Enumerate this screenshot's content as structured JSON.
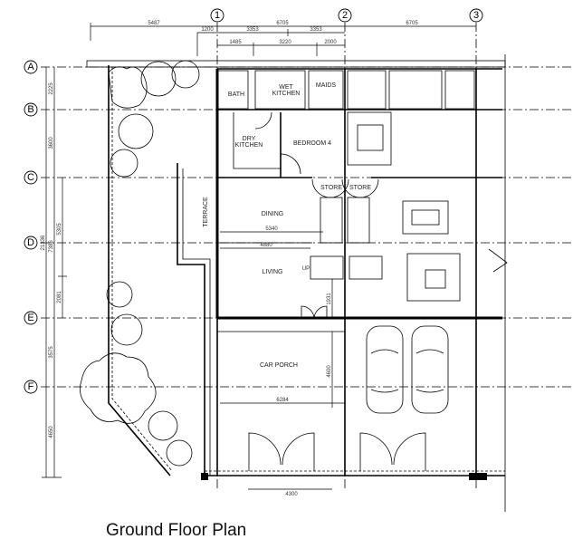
{
  "title": "Ground Floor Plan",
  "grid": {
    "columns": [
      "1",
      "2",
      "3"
    ],
    "rows": [
      "A",
      "B",
      "C",
      "D",
      "E",
      "F"
    ]
  },
  "dimensions": {
    "top_row1": [
      "5487",
      "6705",
      "6705"
    ],
    "top_row2": [
      "1200",
      "3353",
      "3353"
    ],
    "top_row3": [
      "1485",
      "3220",
      "2000"
    ],
    "left_total": "21336",
    "left_sub": "7386",
    "left_ab": "2225",
    "left_bc": "3600",
    "left_cd": "5305",
    "left_de": "2081",
    "left_ef": "3575",
    "left_fend": "4650",
    "dining_width": "5340",
    "living_width": "4880",
    "stair": "1931",
    "porch_depth": "4600",
    "porch_width": "6284",
    "gate_width": "4300"
  },
  "rooms": {
    "bath": "BATH",
    "wet_kitchen_1": "WET",
    "wet_kitchen_2": "KITCHEN",
    "maids": "MAIDS",
    "dry_kitchen_1": "DRY",
    "dry_kitchen_2": "KITCHEN",
    "bedroom4": "BEDROOM 4",
    "store_left": "STORE",
    "store_right": "STORE",
    "terrace": "TERRACE",
    "dining": "DINING",
    "living": "LIVING",
    "up": "UP",
    "car_porch": "CAR PORCH"
  }
}
